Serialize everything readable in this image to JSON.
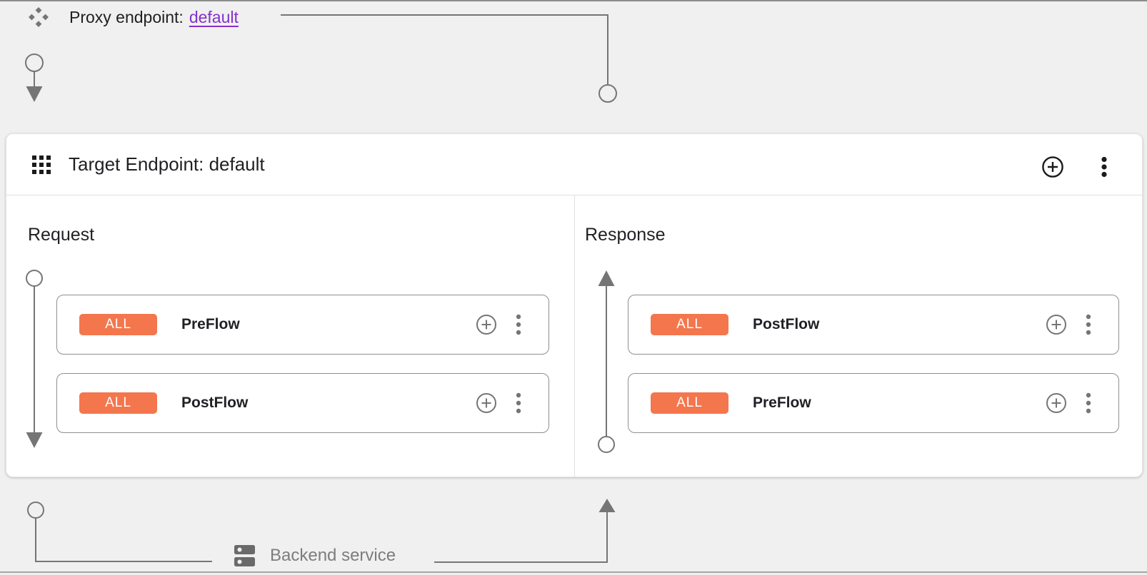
{
  "colors": {
    "badge-orange": "#f4764d",
    "link-purple": "#8430ce",
    "connector-gray": "#757575",
    "text-dark": "#202124",
    "text-gray": "#7d7d7d",
    "box-border": "#8f8f8f",
    "divider": "#e0e0e0",
    "canvas-bg": "#f0f0f0",
    "card-bg": "#ffffff"
  },
  "proxy_endpoint": {
    "label": "Proxy endpoint:",
    "name_link": "default"
  },
  "target_endpoint": {
    "title": "Target Endpoint: default"
  },
  "request_panel": {
    "title": "Request",
    "flows": [
      {
        "badge": "ALL",
        "name": "PreFlow"
      },
      {
        "badge": "ALL",
        "name": "PostFlow"
      }
    ]
  },
  "response_panel": {
    "title": "Response",
    "flows": [
      {
        "badge": "ALL",
        "name": "PostFlow"
      },
      {
        "badge": "ALL",
        "name": "PreFlow"
      }
    ]
  },
  "backend_service": {
    "label": "Backend service"
  },
  "icons": {
    "proxy_endpoint": "move-icon",
    "target_endpoint": "grid-icon",
    "header_actions": [
      "add-circle-icon",
      "kebab-menu-icon"
    ],
    "flow_row_actions": [
      "add-circle-icon",
      "kebab-menu-icon"
    ],
    "backend_service": "dns-server-icon"
  }
}
